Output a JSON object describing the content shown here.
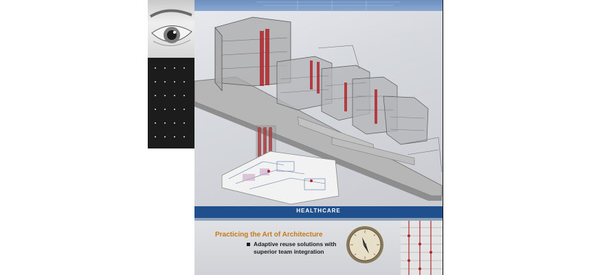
{
  "document": {
    "section_label": "HEALTHCARE",
    "tagline": "Practicing the Art of Architecture",
    "bullet_line1": "Adaptive reuse solutions with",
    "bullet_line2": "superior team integration"
  },
  "colors": {
    "section_bar": "#1f4f8d",
    "tagline": "#c47a1a",
    "accent_red": "#b0262a",
    "top_band": "#7b9bc8"
  },
  "icons": [
    "eye-photo",
    "dot-grid",
    "compass-icon",
    "building-model-render",
    "floor-plan"
  ]
}
